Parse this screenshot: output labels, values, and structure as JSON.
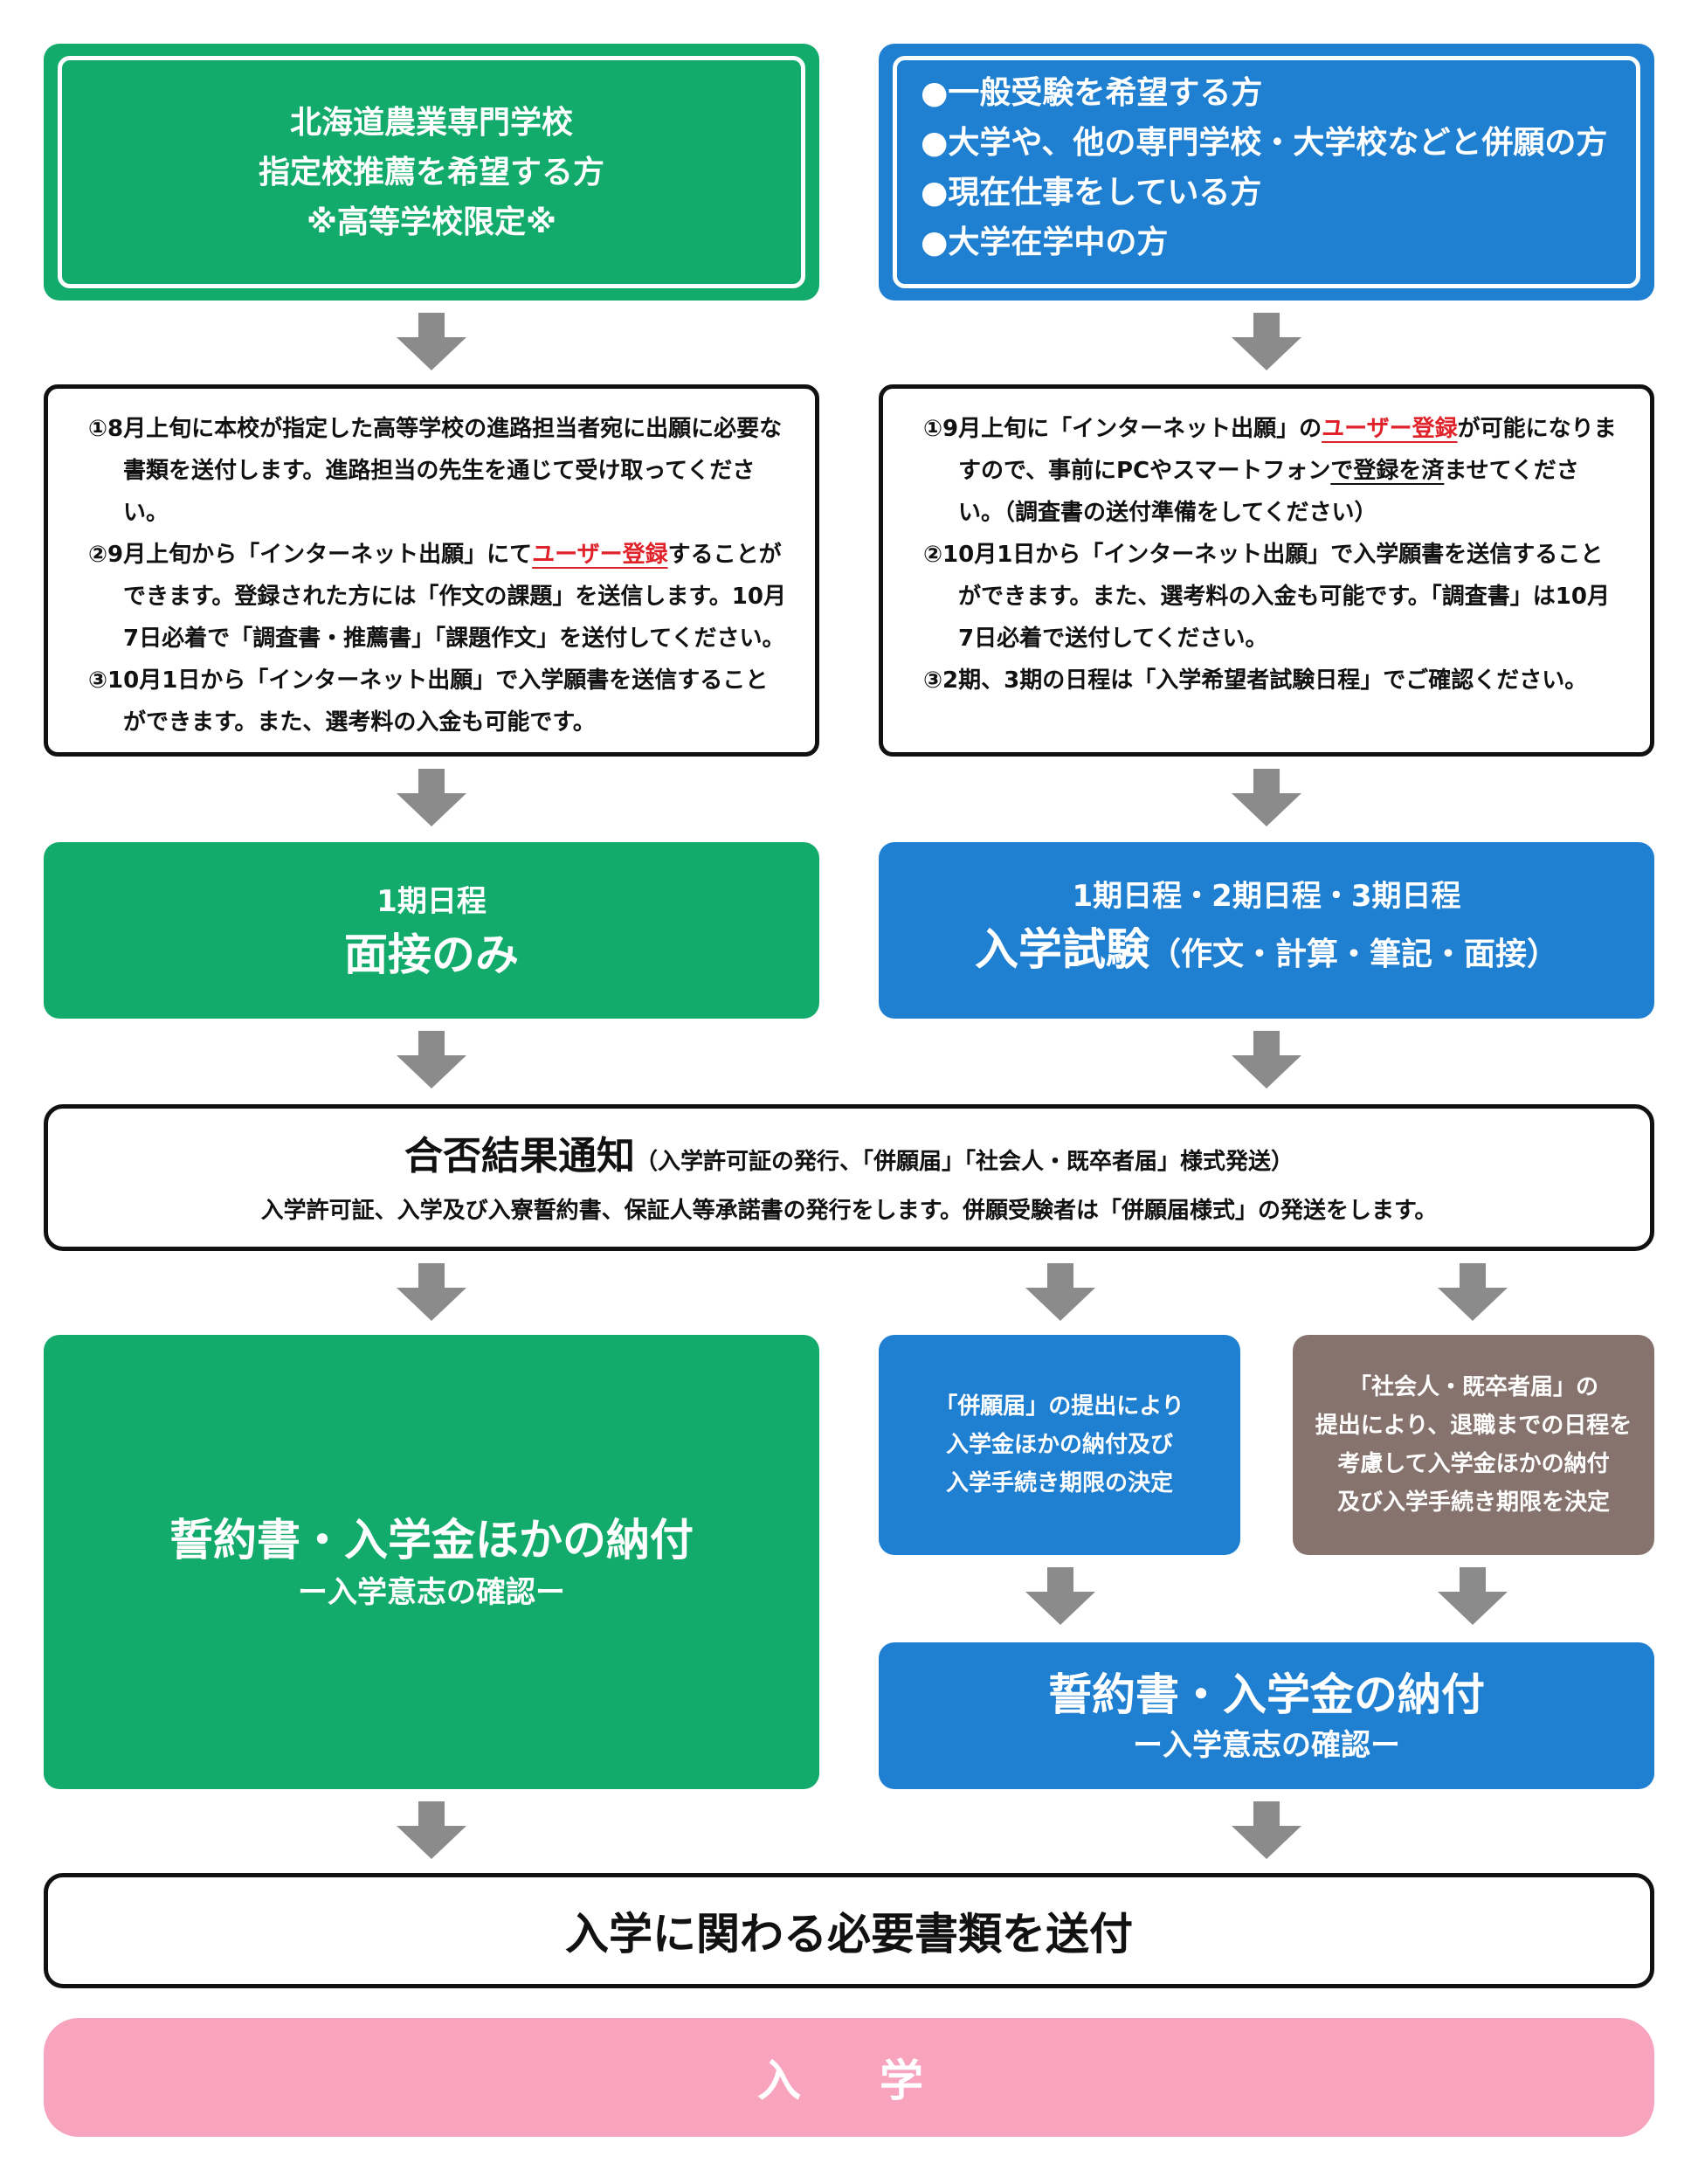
{
  "top_left": {
    "lines": [
      "北海道農業専門学校",
      "指定校推薦を希望する方",
      "※高等学校限定※"
    ]
  },
  "top_right": {
    "items": [
      "●一般受験を希望する方",
      "●大学や、他の専門学校・大学校などと併願の方",
      "●現在仕事をしている方",
      "●大学在学中の方"
    ]
  },
  "steps_left": {
    "s1": "①8月上旬に本校が指定した高等学校の進路担当者宛に出願に必要な書類を送付します。進路担当の先生を通じて受け取ってください。",
    "s2_pre": "②9月上旬から「インターネット出願」にて",
    "s2_link": "ユーザー登録",
    "s2_post": "することができます。登録された方には「作文の課題」を送信します。10月7日必着で「調査書・推薦書」「課題作文」を送付してください。",
    "s3": "③10月1日から「インターネット出願」で入学願書を送信することができます。また、選考料の入金も可能です。"
  },
  "steps_right": {
    "s1_pre": "①9月上旬に「インターネット出願」の",
    "s1_link": "ユーザー登録",
    "s1_mid": "が可能になりますので、事前にPCやスマートフォン",
    "s1_under": "で登録を済",
    "s1_post": "ませてください。（調査書の送付準備をしてください）",
    "s2": "②10月1日から「インターネット出願」で入学願書を送信することができます。また、選考料の入金も可能です。「調査書」は10月7日必着で送付してください。",
    "s3": "③2期、3期の日程は「入学希望者試験日程」でご確認ください。"
  },
  "schedule_left": {
    "sub": "1期日程",
    "main": "面接のみ"
  },
  "schedule_right": {
    "sub": "1期日程・2期日程・3期日程",
    "main": "入学試験",
    "detail": "（作文・計算・筆記・面接）"
  },
  "notice": {
    "title": "合否結果通知",
    "title_note": "（入学許可証の発行、「併願届」「社会人・既卒者届」様式発送）",
    "body": "入学許可証、入学及び入寮誓約書、保証人等承諾書の発行をします。併願受験者は「併願届様式」の発送をします。"
  },
  "payment_left": {
    "main": "誓約書・入学金ほかの納付",
    "sub": "ー入学意志の確認ー"
  },
  "heigan": {
    "lines": [
      "「併願届」の提出により",
      "入学金ほかの納付及び",
      "入学手続き期限の決定"
    ]
  },
  "shakaijin": {
    "lines": [
      "「社会人・既卒者届」の",
      "提出により、退職までの日程を",
      "考慮して入学金ほかの納付",
      "及び入学手続き期限を決定"
    ]
  },
  "payment_right": {
    "main": "誓約書・入学金の納付",
    "sub": "ー入学意志の確認ー"
  },
  "documents": {
    "label": "入学に関わる必要書類を送付"
  },
  "enroll": {
    "label": "入　学"
  },
  "colors": {
    "green": "#13ab6b",
    "blue": "#1f7fd0",
    "brown": "#86736d",
    "pink": "#f9a4bf",
    "red": "#e0222a",
    "arrow": "#8b8b8b"
  }
}
